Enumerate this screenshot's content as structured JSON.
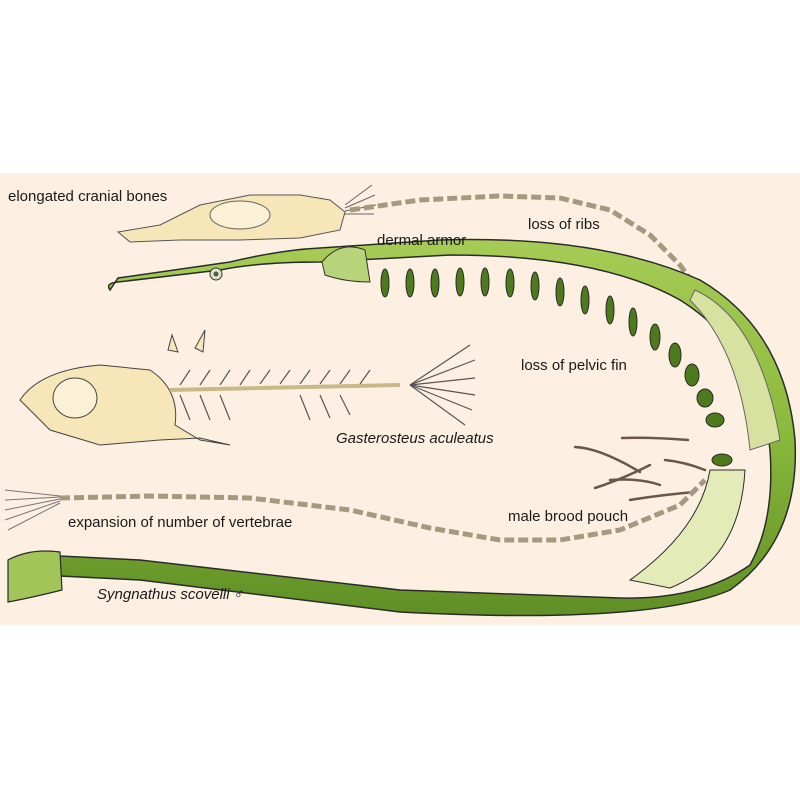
{
  "figure": {
    "background": "#fdf0e2",
    "colors": {
      "body_green": "#8dbb3e",
      "dark_green": "#4e7a1e",
      "bone": "#f6e6b8",
      "outline": "#2b2b2b"
    },
    "labels": {
      "cranial": "elongated cranial bones",
      "ribs": "loss of ribs",
      "armor": "dermal armor",
      "pelvic": "loss of pelvic fin",
      "stickleback": "Gasterosteus aculeatus",
      "vertebrae": "expansion of number of vertebrae",
      "pouch": "male brood pouch",
      "pipefish": "Syngnathus scovelli ♂"
    }
  }
}
